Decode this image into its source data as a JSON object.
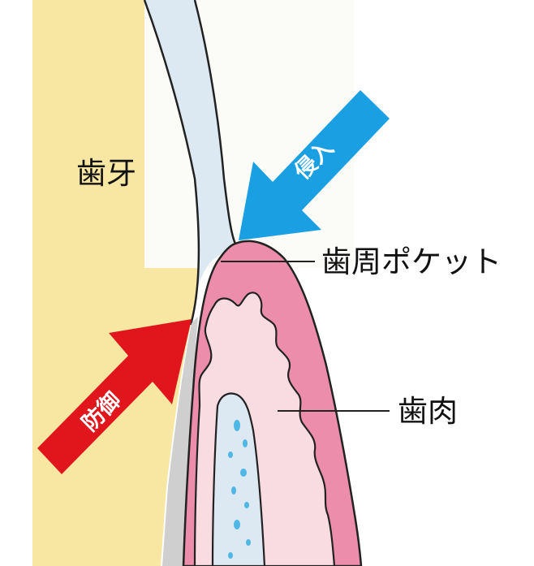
{
  "labels": {
    "tooth": "歯牙",
    "pocket": "歯周ポケット",
    "gum": "歯肉",
    "invasion": "侵入",
    "defense": "防御"
  },
  "colors": {
    "tooth": "#f8e7a3",
    "enamel": "#dce8f2",
    "root_gray": "#cfcfcf",
    "gum_outer": "#ec8eab",
    "gum_inner": "#f9dbe2",
    "bone_dots": "#4fb7e3",
    "invasion_arrow": "#1a9fe3",
    "defense_arrow": "#e0161c",
    "outline": "#222222"
  }
}
